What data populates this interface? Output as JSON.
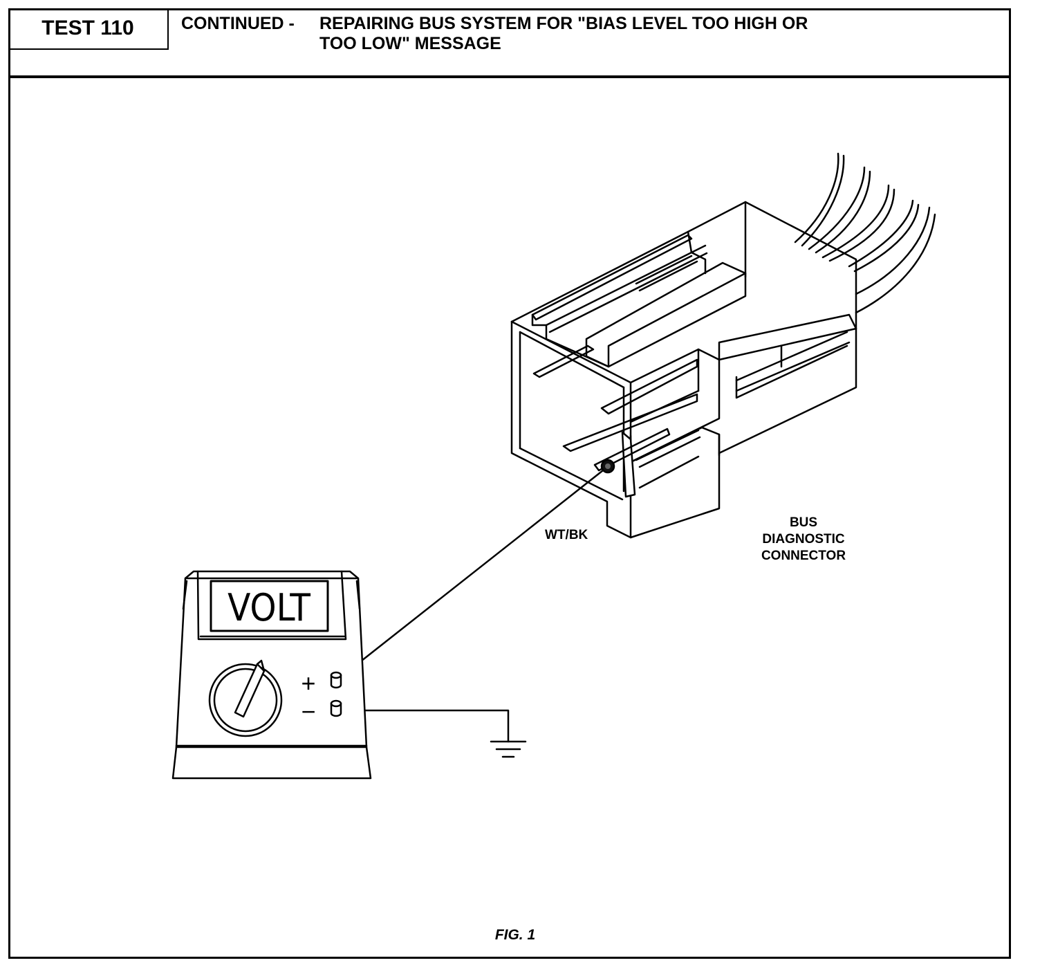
{
  "header": {
    "test_label": "TEST 110",
    "prefix": "CONTINUED -",
    "title_line1": "REPAIRING BUS SYSTEM FOR \"BIAS LEVEL TOO HIGH OR",
    "title_line2": "TOO LOW\" MESSAGE"
  },
  "diagram": {
    "meter_display": "VOLT",
    "plus_sign": "+",
    "minus_sign": "−",
    "wire_label": "WT/BK",
    "connector_label": [
      "BUS",
      "DIAGNOSTIC",
      "CONNECTOR"
    ],
    "figure_caption": "FIG. 1"
  }
}
